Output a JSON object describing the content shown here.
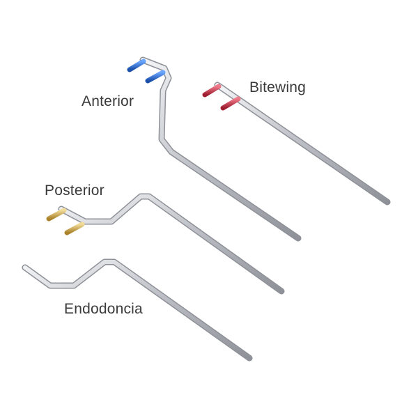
{
  "labels": {
    "anterior": "Anterior",
    "bitewing": "Bitewing",
    "posterior": "Posterior",
    "endodoncia": "Endodoncia"
  },
  "colors": {
    "anterior_pins": "#2a6fd0",
    "bitewing_pins": "#c8324a",
    "posterior_pins": "#c9a64a",
    "metal": "#b9bcc2"
  }
}
